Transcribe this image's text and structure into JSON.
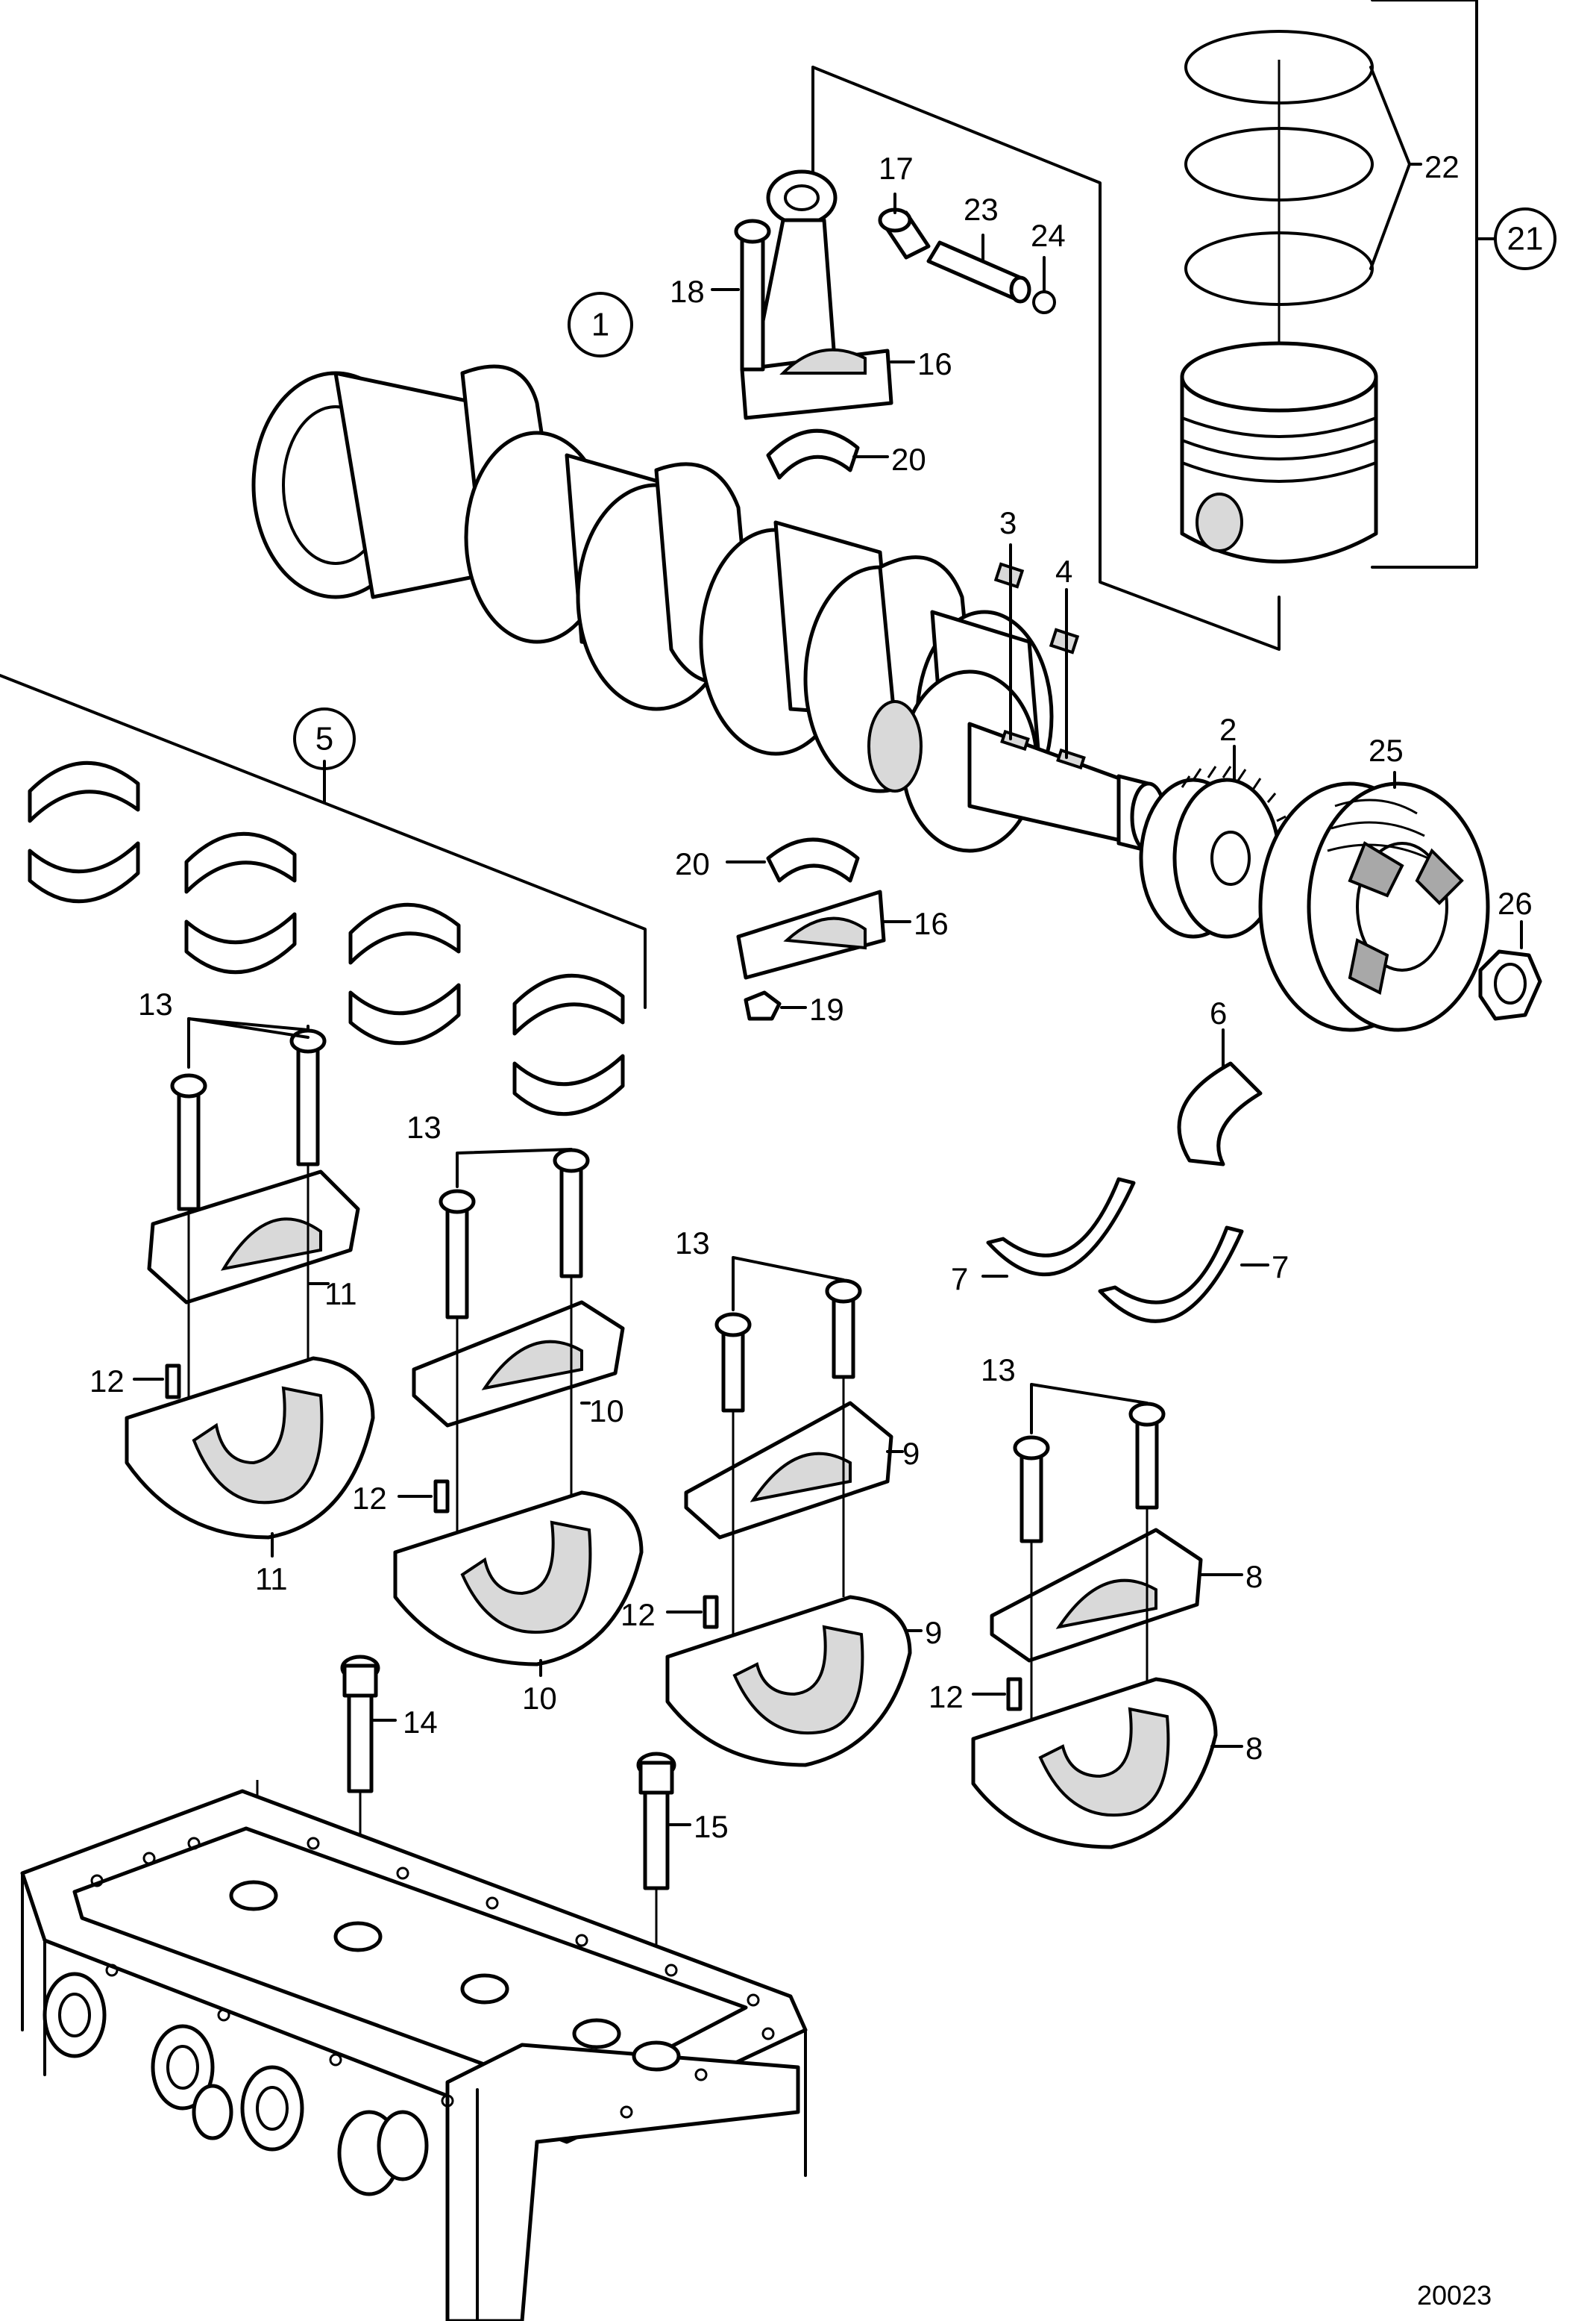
{
  "drawing_number": "20023",
  "callouts": {
    "c1": "1",
    "c2": "2",
    "c3": "3",
    "c4": "4",
    "c5": "5",
    "c6": "6",
    "c7a": "7",
    "c7b": "7",
    "c8a": "8",
    "c8b": "8",
    "c9a": "9",
    "c9b": "9",
    "c10a": "10",
    "c10b": "10",
    "c11a": "11",
    "c11b": "11",
    "c12a": "12",
    "c12b": "12",
    "c12c": "12",
    "c12d": "12",
    "c13a": "13",
    "c13b": "13",
    "c13c": "13",
    "c13d": "13",
    "c14": "14",
    "c15": "15",
    "c16a": "16",
    "c16b": "16",
    "c17": "17",
    "c18": "18",
    "c19": "19",
    "c20a": "20",
    "c20b": "20",
    "c21": "21",
    "c22": "22",
    "c23": "23",
    "c24": "24",
    "c25": "25",
    "c26": "26"
  }
}
